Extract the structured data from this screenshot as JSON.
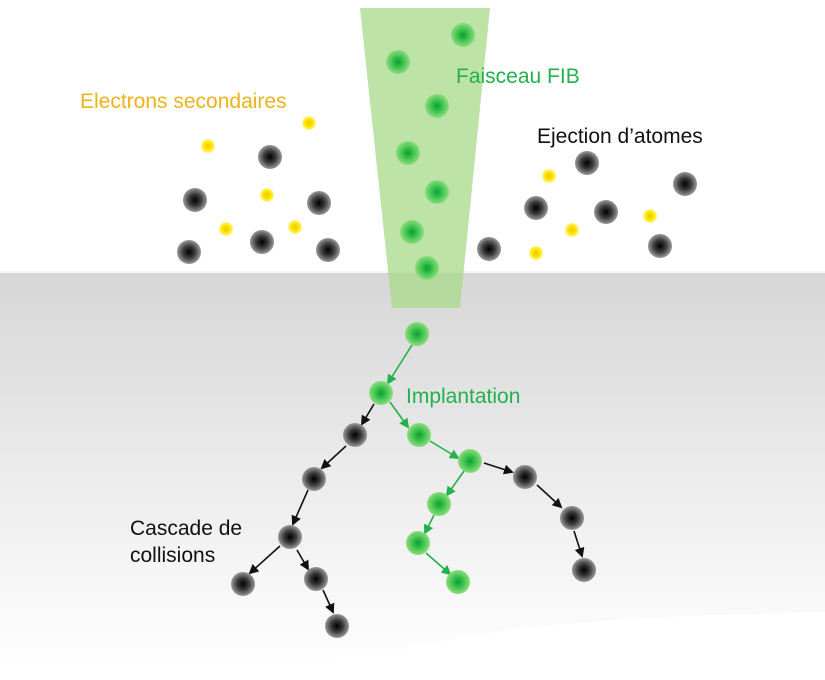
{
  "labels": {
    "secondary_electrons": "Electrons secondaires",
    "fib_beam": "Faisceau FIB",
    "atom_ejection": "Ejection d’atomes",
    "implantation": "Implantation",
    "cascade_line1": "Cascade de",
    "cascade_line2": "collisions"
  },
  "colors": {
    "beam": "#a8d98a",
    "ion": "#22b14c",
    "ion_center": "#1f8f2a",
    "atom": "#3a3a3a",
    "electron": "#f7e000",
    "electron_label": "#f0b21a",
    "substrate": "#dcdcdc",
    "arrow_green": "#22b14c",
    "arrow_black": "#111111"
  }
}
